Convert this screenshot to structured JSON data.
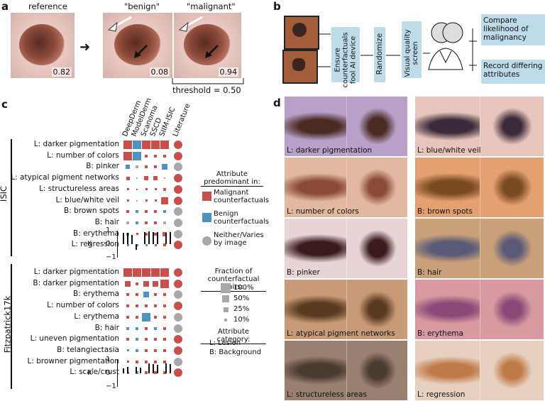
{
  "panel_a": {
    "label": "a",
    "reference_label": "reference",
    "benign_label": "\"benign\"",
    "malignant_label": "\"malignant\"",
    "reference_score": "0.82",
    "benign_score": "0.08",
    "malignant_score": "0.94",
    "threshold": "threshold = 0.50"
  },
  "panel_b": {
    "label": "b",
    "step1": "Ensure counterfactuals fool AI device",
    "step2": "Randomize",
    "step3": "Visual quality screen",
    "out1": "Compare likelihood of malignancy",
    "out2": "Record differing attributes"
  },
  "panel_c": {
    "label": "c",
    "columns": [
      "DeepDerm",
      "ModelDerm",
      "Scanoma",
      "SSCD",
      "SIIM-ISIC",
      "Literature"
    ],
    "group1": "ISIC",
    "group2": "Fitzpatrick17k",
    "kappa_label": "κ",
    "kappa_ticks": [
      "1",
      "0",
      "−1"
    ],
    "isic_rows": [
      "L: darker pigmentation",
      "L: number of colors",
      "B: pinker",
      "L: atypical pigment networks",
      "L: structureless areas",
      "L: blue/white veil",
      "B: brown spots",
      "B: hair",
      "B: erythema",
      "L: regression"
    ],
    "fitz_rows": [
      "L: darker pigmentation",
      "B: darker pigmentation",
      "B: erythema",
      "L: number of colors",
      "L: erythema",
      "B: hair",
      "L: uneven pigmentation",
      "B: telangiectasia",
      "L: browner pigmentation",
      "L: scale/crust"
    ],
    "legend_title": "Attribute predominant in:",
    "legend_mal": "Malignant counterfactuals",
    "legend_ben": "Benign counterfactuals",
    "legend_nei": "Neither/Varies by image",
    "fraction_title": "Fraction of counterfactual pairs:",
    "fractions": [
      "100%",
      "50%",
      "25%",
      "10%"
    ],
    "category_title": "Attribute category:",
    "cat_l": "L: Lesion",
    "cat_b": "B: Background",
    "colors": {
      "malignant": "#c9504a",
      "benign": "#4c94c0",
      "neither": "#a8a8a8",
      "box": "#bddbe9"
    }
  },
  "panel_d": {
    "label": "d",
    "left_captions": [
      "L: darker pigmentation",
      "L: number of colors",
      "B: pinker",
      "L: atypical pigment networks",
      "L: structureless areas"
    ],
    "right_captions": [
      "L: blue/white veil",
      "B: brown spots",
      "B: hair",
      "B: erythema",
      "L: regression"
    ]
  }
}
